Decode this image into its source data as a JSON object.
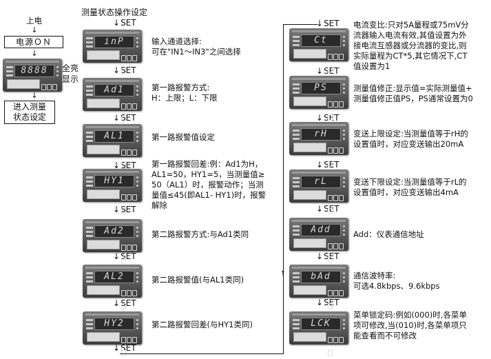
{
  "left": {
    "power_on": "上电",
    "power_box": "电源ＯＮ",
    "all_on": [
      "全亮",
      "显示"
    ],
    "enter_box": [
      "进入测量",
      "状态设定"
    ],
    "meter_display": "8888"
  },
  "title": "测量状态操作设定",
  "set_label": "SET",
  "col1": [
    {
      "display": "inP",
      "lines": [
        "输入通道选择:",
        "可在\"IN1～IN3\"之间选择"
      ]
    },
    {
      "display": "Ad1",
      "lines": [
        "第一路报警方式:",
        "H：上限；L：下限"
      ]
    },
    {
      "display": "AL1",
      "lines": [
        "第一路报警值设定"
      ]
    },
    {
      "display": "HY1",
      "lines": [
        "第一路报警回差:例：Ad1为H，",
        "AL1=50，HY1=5，当测量值≥",
        "50（AL1）时，报警动作；当测",
        "量值≤45(即AL1- HY1)时，报警",
        "解除"
      ]
    },
    {
      "display": "Ad2",
      "lines": [
        "第二路报警方式:与Ad1类同"
      ]
    },
    {
      "display": "AL2",
      "lines": [
        "第二路报警值(与AL1类同)"
      ]
    },
    {
      "display": "HY2",
      "lines": [
        "第二路报警回差(与HY1类同)"
      ]
    }
  ],
  "col2": [
    {
      "display": "Ct",
      "lines": [
        "电流变比:只对5A量程或75mV分",
        "流器输入电流有效,其值设置为外",
        "接电流互感器或分流器的变比,则",
        "实际量程为CT*5,其它情况下,CT",
        "值设置为1"
      ]
    },
    {
      "display": "PS",
      "lines": [
        "测量值修正:显示值=实际测量值+",
        "测量值修正值PS，PS通常设置为0"
      ]
    },
    {
      "display": "rH",
      "lines": [
        "变送上限设定:当测量值等于rH的",
        "设置值时，对应变送输出20mA"
      ]
    },
    {
      "display": "rL",
      "lines": [
        "变送下限设定:当测量值等于rL的",
        "设置值时，对应变送输出4mA"
      ]
    },
    {
      "display": "Add",
      "lines": [
        "Add：仪表通信地址"
      ]
    },
    {
      "display": "bAd",
      "lines": [
        "通信波特率:",
        "可选4.8kbps、9.6kbps"
      ]
    },
    {
      "display": "LCK",
      "lines": [
        "菜单锁定码:例如(000)时,各菜单",
        "项可修改,当(010)时,各菜单项只",
        "能查看而不可修改"
      ]
    }
  ]
}
